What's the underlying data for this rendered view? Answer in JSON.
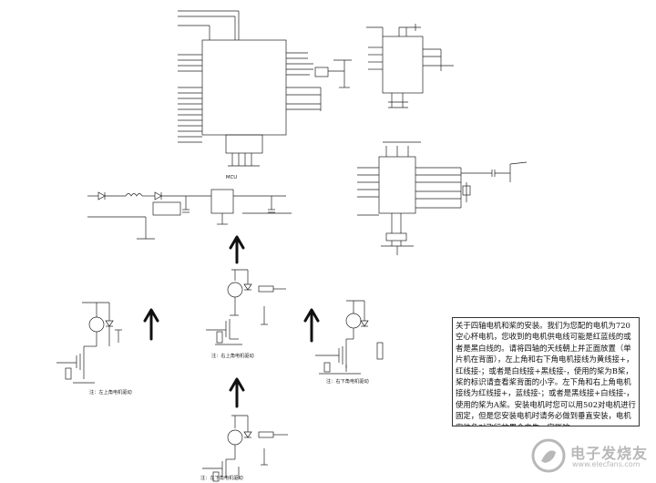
{
  "note": {
    "text": "关于四轴电机和桨的安装。我们为您配的电机为720空心杯电机，您收到的电机供电线可能是红蓝线的或者是黑白线的。请将四轴的天线朝上并正面放置（单片机在背面），左上角和右下角电机接线为黄线接+，红线接-；或者是白线接+黑线接-，使用的桨为B桨，桨的标识请查看桨背面的小字。左下角和右上角电机接线为红线接+，蓝线接-；或者是黑线接+白线接-，使用的桨为A桨。安装电机时您可以用502对电机进行固定，但是您安装电机时请务必做到垂直安装，电机安装角对飞行效果会产生一定影响"
  },
  "motors": [
    {
      "caption": "注：左上角电机驱动"
    },
    {
      "caption": "注：右上角电机驱动"
    },
    {
      "caption": "注：右下角电机驱动"
    },
    {
      "caption": "注：左下角电机驱动"
    }
  ],
  "mcu": {
    "title": "MCU"
  },
  "watermark": {
    "cn": "电子发烧友",
    "en": "www.elecfans.com",
    "icon": "elecfans-logo-icon"
  },
  "colors": {
    "ink": "#222222",
    "note_border": "#333333",
    "watermark": "#b8b8b8"
  }
}
